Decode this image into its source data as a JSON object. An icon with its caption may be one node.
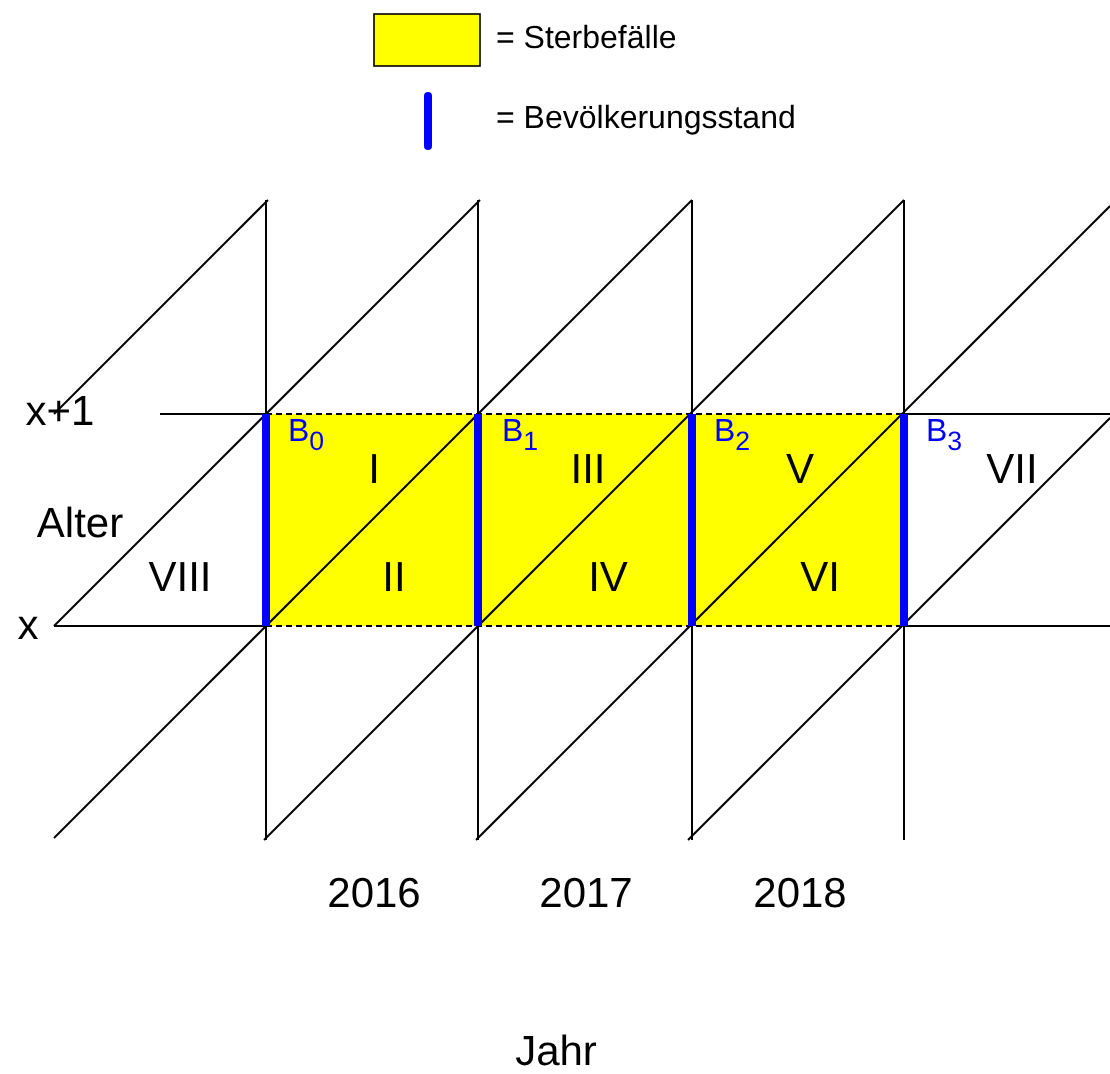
{
  "diagram": {
    "labels": [
      "x+1",
      "B$_{0}$",
      "I",
      "B$_{1}$",
      "III",
      "B$_{2}$",
      "V",
      "B$_{3}$",
      "VII",
      "Alter",
      "VIII",
      "II",
      "IV",
      "VI",
      "x",
      "2016",
      "2017",
      "2018",
      "Jahr"
    ],
    "legend": [
      {
        "text": "= Sterbefälle",
        "color": "#ffff00"
      },
      {
        "text": "= Bevölkerungsstand"
      }
    ]
  }
}
